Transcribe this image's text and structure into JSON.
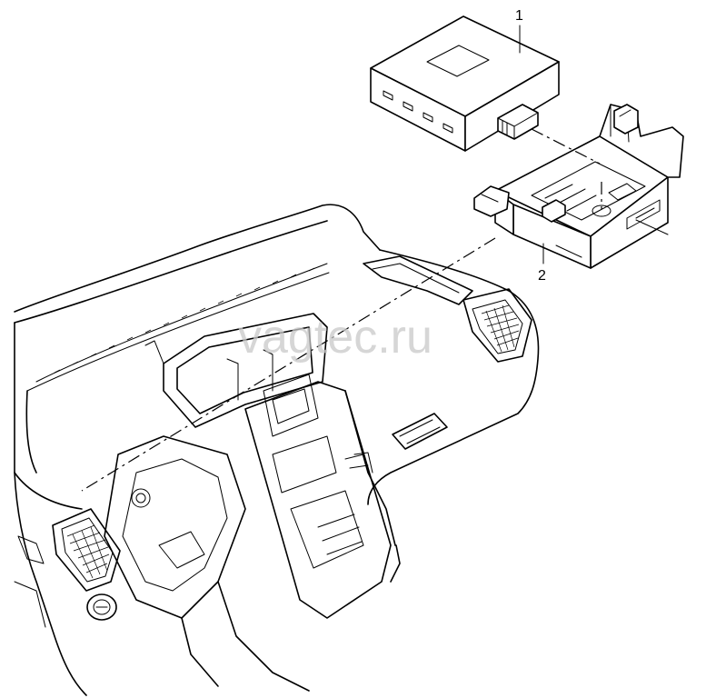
{
  "diagram": {
    "watermark": "vagtec.ru",
    "callouts": [
      {
        "number": "1",
        "part": "control-unit"
      },
      {
        "number": "2",
        "part": "mounting-bracket"
      }
    ]
  }
}
